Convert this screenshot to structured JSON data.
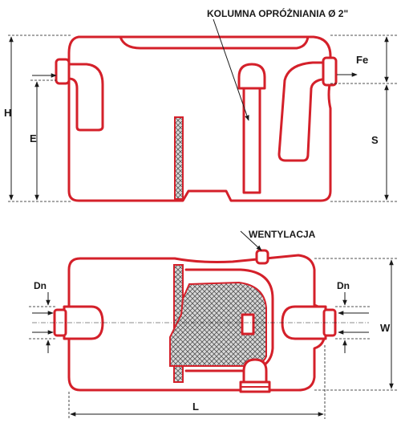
{
  "callouts": {
    "drain_column": "KOLUMNA OPRÓŻNIANIA Ø 2\"",
    "vent": "WENTYLACJA"
  },
  "dimensions": {
    "H": "H",
    "E": "E",
    "Fe": "Fe",
    "S": "S",
    "Dn_left": "Dn",
    "Dn_right": "Dn",
    "W": "W",
    "L": "L"
  },
  "colors": {
    "outline": "#d4202a",
    "dimension": "#1a1a1a",
    "hatch": "#555555"
  }
}
